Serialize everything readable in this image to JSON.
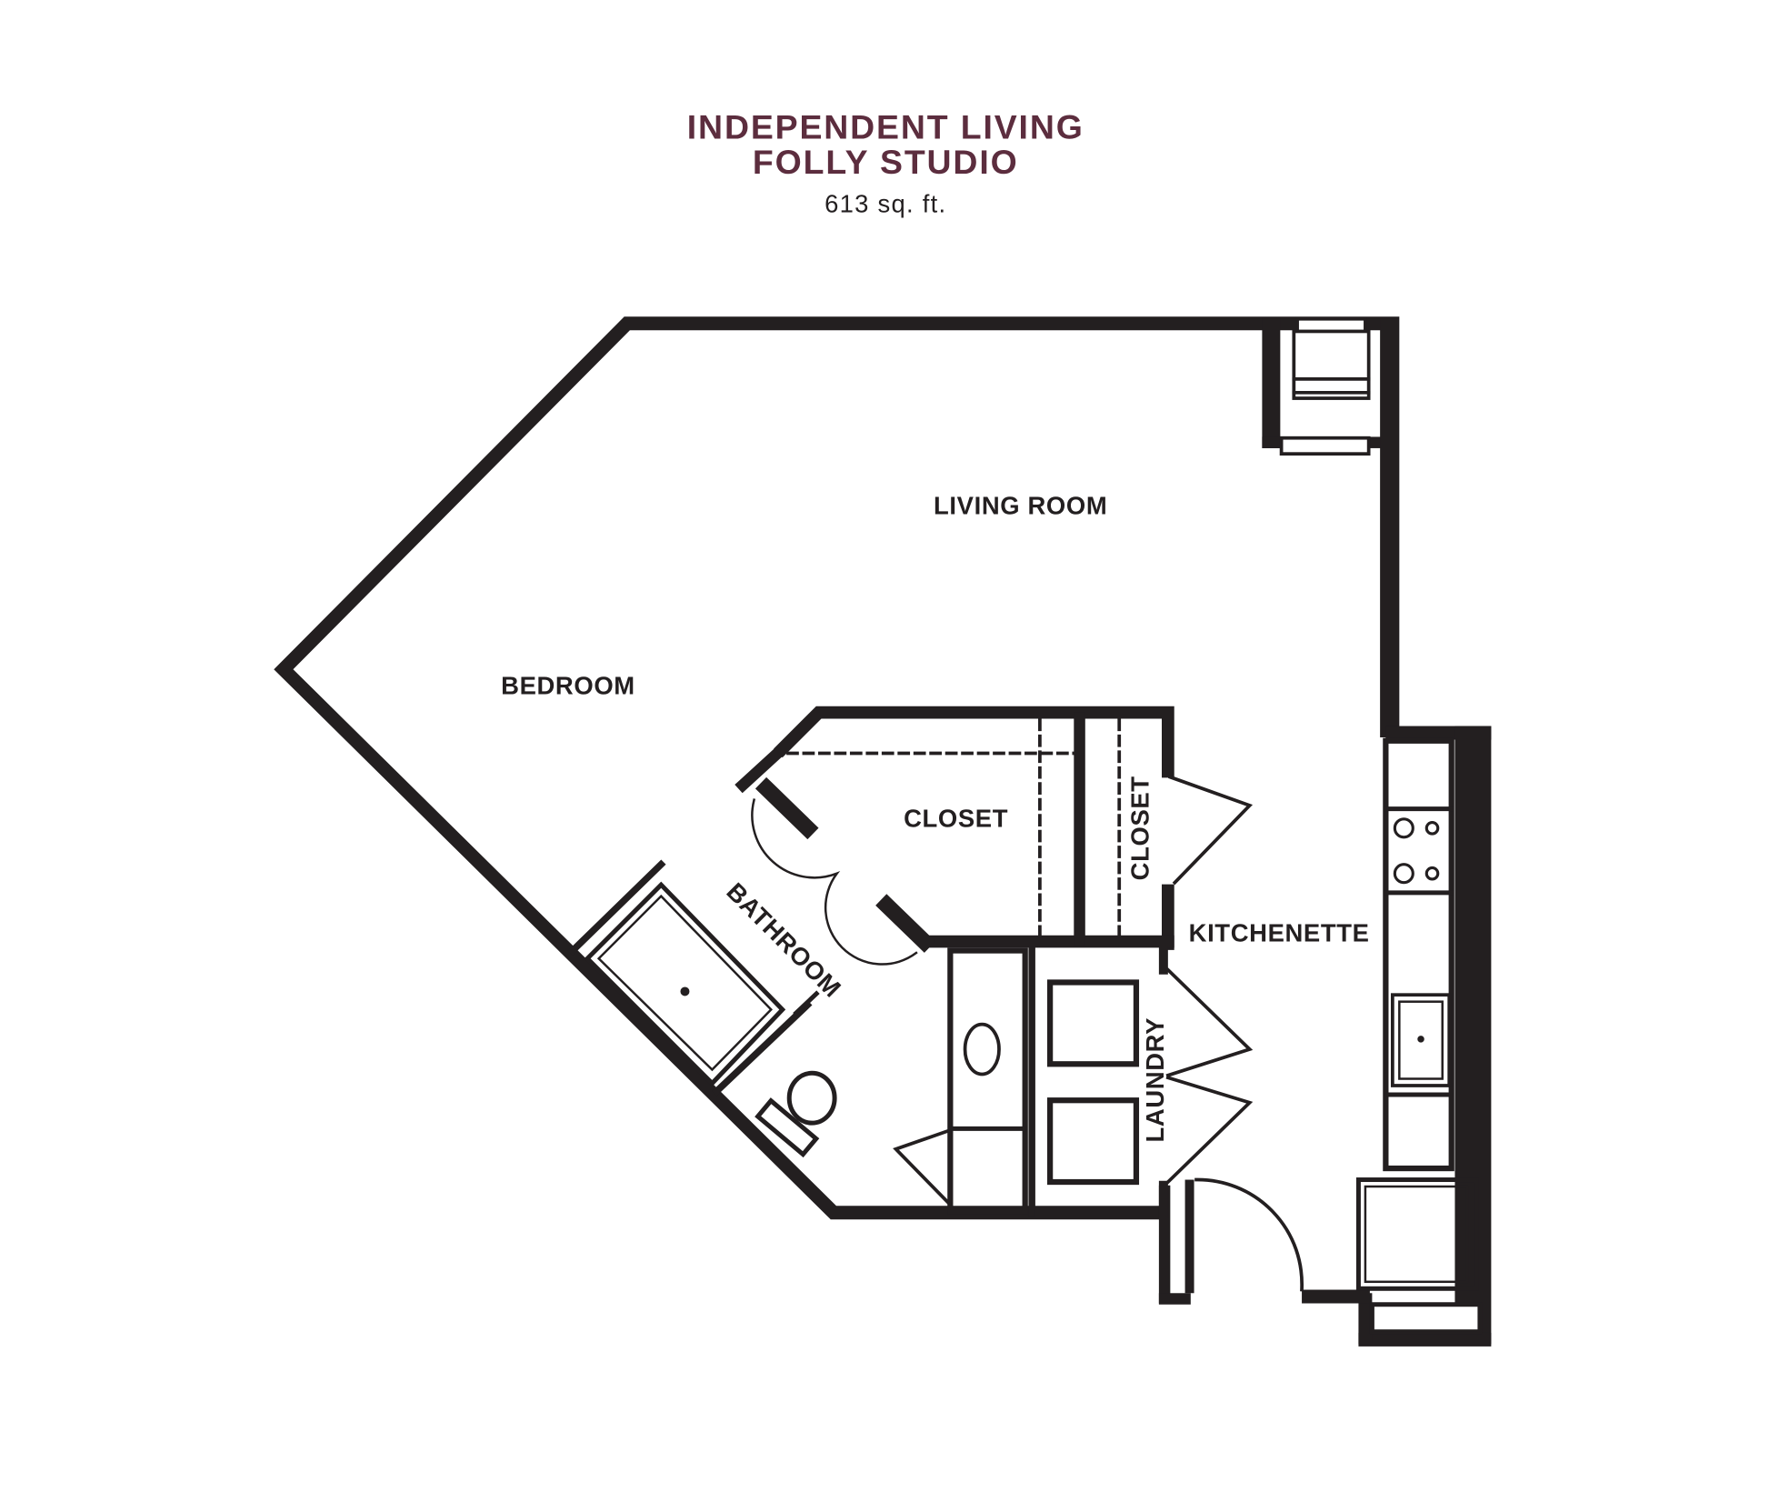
{
  "header": {
    "title_line1": "INDEPENDENT LIVING",
    "title_line2": "FOLLY STUDIO",
    "area": "613 sq. ft."
  },
  "rooms": {
    "living_room": "LIVING ROOM",
    "bedroom": "BEDROOM",
    "closet_main": "CLOSET",
    "closet_small": "CLOSET",
    "bathroom": "BATHROOM",
    "kitchenette": "KITCHENETTE",
    "laundry": "LAUNDRY"
  },
  "colors": {
    "title": "#5c2d3e",
    "walls": "#231f20"
  }
}
